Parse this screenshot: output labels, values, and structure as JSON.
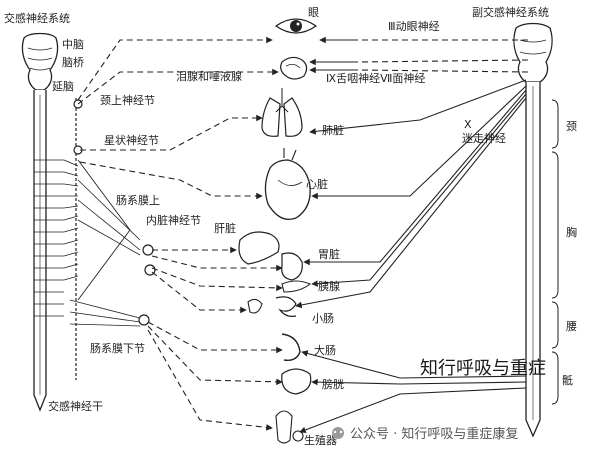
{
  "labels": {
    "sym_system": "交感神经系统",
    "parasym_system": "副交感神经系统",
    "midbrain": "中脑",
    "pons": "脑桥",
    "medulla": "延脑",
    "sup_cervical": "颈上神经节",
    "stellate": "星状神经节",
    "sup_mesenteric": "肠系膜上",
    "visceral_ganglion": "内脏神经节",
    "inf_mesenteric": "肠系膜下节",
    "sym_trunk": "交感神经干",
    "eye": "眼",
    "cn3": "Ⅲ动眼神经",
    "glands": "泪腺和唾液腺",
    "cn9_7": "Ⅸ舌咽神经Ⅶ面神经",
    "cn10_num": "X",
    "cn10": "迷走神经",
    "lung": "肺脏",
    "heart": "心脏",
    "liver": "肝脏",
    "stomach": "胃脏",
    "pancreas": "胰腺",
    "small_int": "小肠",
    "large_int": "大肠",
    "bladder": "膀胱",
    "genital": "生殖器",
    "neck": "颈",
    "chest": "胸",
    "waist": "腰",
    "sacral": "骶"
  },
  "watermark": {
    "title": "知行呼吸与重症",
    "caption": "公众号 · 知行呼吸与重症康复"
  }
}
